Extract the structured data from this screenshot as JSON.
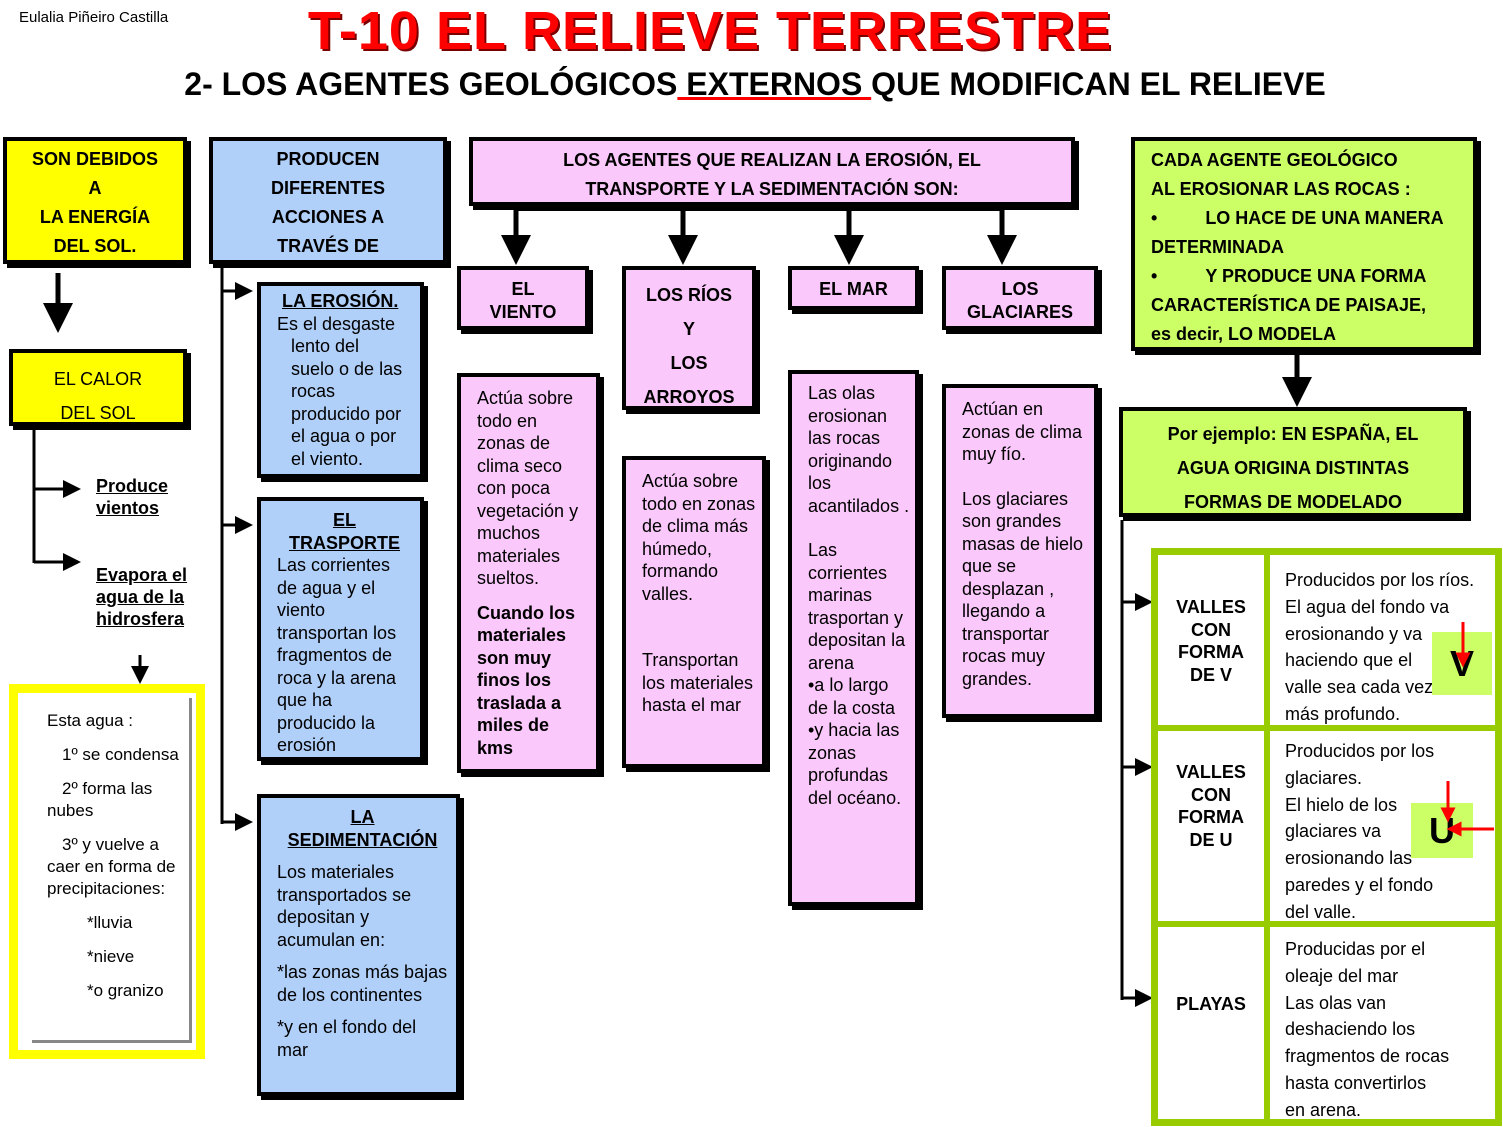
{
  "author": "Eulalia Piñeiro Castilla",
  "title": "T-10  EL RELIEVE TERRESTRE",
  "subtitle": {
    "pre": "2- LOS AGENTES GEOLÓGICOS",
    "emph": " EXTERNOS ",
    "post": "QUE MODIFICAN EL RELIEVE"
  },
  "sun": {
    "caused_by": [
      "SON DEBIDOS",
      "A",
      "LA ENERGÍA",
      "DEL SOL."
    ],
    "heat": [
      "EL CALOR",
      "DEL SOL"
    ],
    "effects": [
      "Produce vientos",
      "Evapora el agua de la hidrosfera"
    ]
  },
  "water_cycle": {
    "intro": "Esta agua :",
    "steps": [
      "1º se condensa",
      "2º forma las nubes",
      "3º y vuelve a caer en forma de precipitaciones:"
    ],
    "forms": [
      "*lluvia",
      "*nieve",
      "*o granizo"
    ]
  },
  "actions": {
    "header": [
      "PRODUCEN",
      "DIFERENTES",
      "ACCIONES A",
      "TRAVÉS DE"
    ],
    "erosion": {
      "title": "LA EROSIÓN.",
      "lines": [
        "Es el desgaste",
        "lento del",
        "suelo o de las",
        "rocas",
        "producido por",
        "el agua o por",
        "el viento."
      ]
    },
    "transport": {
      "title": [
        "EL",
        "TRASPORTE"
      ],
      "text": "Las corrientes de agua y el viento transportan  los fragmentos de roca y la arena que ha producido la erosión"
    },
    "sedimentation": {
      "title": [
        "LA",
        "SEDIMENTACIÓN"
      ],
      "text": "Los materiales transportados se depositan y acumulan en:",
      "places": [
        "*las zonas más bajas de los continentes",
        "*y en el fondo del mar"
      ]
    }
  },
  "agents": {
    "header": [
      "LOS AGENTES QUE REALIZAN LA EROSIÓN, EL",
      "TRANSPORTE Y LA SEDIMENTACIÓN SON:"
    ],
    "wind": {
      "title": [
        "EL",
        "VIENTO"
      ],
      "text": "Actúa sobre todo en zonas de clima seco con poca vegetación y muchos materiales sueltos.",
      "bold": "Cuando los materiales son muy finos los traslada a miles de kms"
    },
    "rivers": {
      "title": [
        "LOS RÍOS",
        "Y",
        "LOS",
        "ARROYOS"
      ],
      "text": "Actúa sobre todo en zonas de clima más húmedo, formando valles.",
      "text2": "Transportan los materiales hasta el mar"
    },
    "sea": {
      "title": "EL MAR",
      "text": "Las olas erosionan las rocas originando los acantilados .",
      "text2": "Las corrientes marinas trasportan y depositan la arena",
      "bullets": [
        "•a lo largo de la costa",
        "•y hacia las zonas profundas del océano."
      ]
    },
    "glaciers": {
      "title": [
        "LOS",
        "GLACIARES"
      ],
      "text": "Actúan en zonas de clima muy fío.",
      "text2": "Los glaciares son grandes masas de hielo que se desplazan , llegando a transportar rocas muy grandes."
    }
  },
  "modeling": {
    "header": [
      "CADA AGENTE GEOLÓGICO",
      "AL EROSIONAR LAS ROCAS :"
    ],
    "bullet1": [
      "•",
      "LO HACE DE UNA MANERA",
      "DETERMINADA"
    ],
    "bullet2": [
      "•",
      "Y PRODUCE UNA FORMA",
      "CARACTERÍSTICA DE PAISAJE,",
      "es decir,  LO MODELA"
    ],
    "example": [
      "Por ejemplo: EN ESPAÑA, EL",
      "AGUA ORIGINA DISTINTAS",
      "FORMAS DE MODELADO"
    ],
    "rows": [
      {
        "name": [
          "VALLES",
          "CON",
          "FORMA",
          "DE V"
        ],
        "desc": [
          "Producidos por los ríos.",
          "El agua del fondo va",
          "erosionando y va",
          "haciendo que el",
          "valle sea cada vez",
          "más profundo."
        ],
        "badge": "V"
      },
      {
        "name": [
          "VALLES",
          "CON",
          "FORMA",
          "DE U"
        ],
        "desc": [
          "Producidos por los",
          "glaciares.",
          "El hielo de los",
          "glaciares  va",
          "erosionando las",
          "paredes y el fondo",
          "del  valle."
        ],
        "badge": "U"
      },
      {
        "name": [
          "PLAYAS"
        ],
        "desc": [
          "Producidas por el",
          "oleaje del mar",
          "Las olas van",
          "deshaciendo los",
          "fragmentos de rocas",
          "hasta convertirlos",
          "en arena."
        ]
      }
    ]
  },
  "colors": {
    "yellow": "#ffff00",
    "blue": "#b0cff9",
    "pink": "#fac8fa",
    "lime": "#ccff66",
    "title_red": "#ff0000",
    "frame_green": "#99cc00"
  }
}
